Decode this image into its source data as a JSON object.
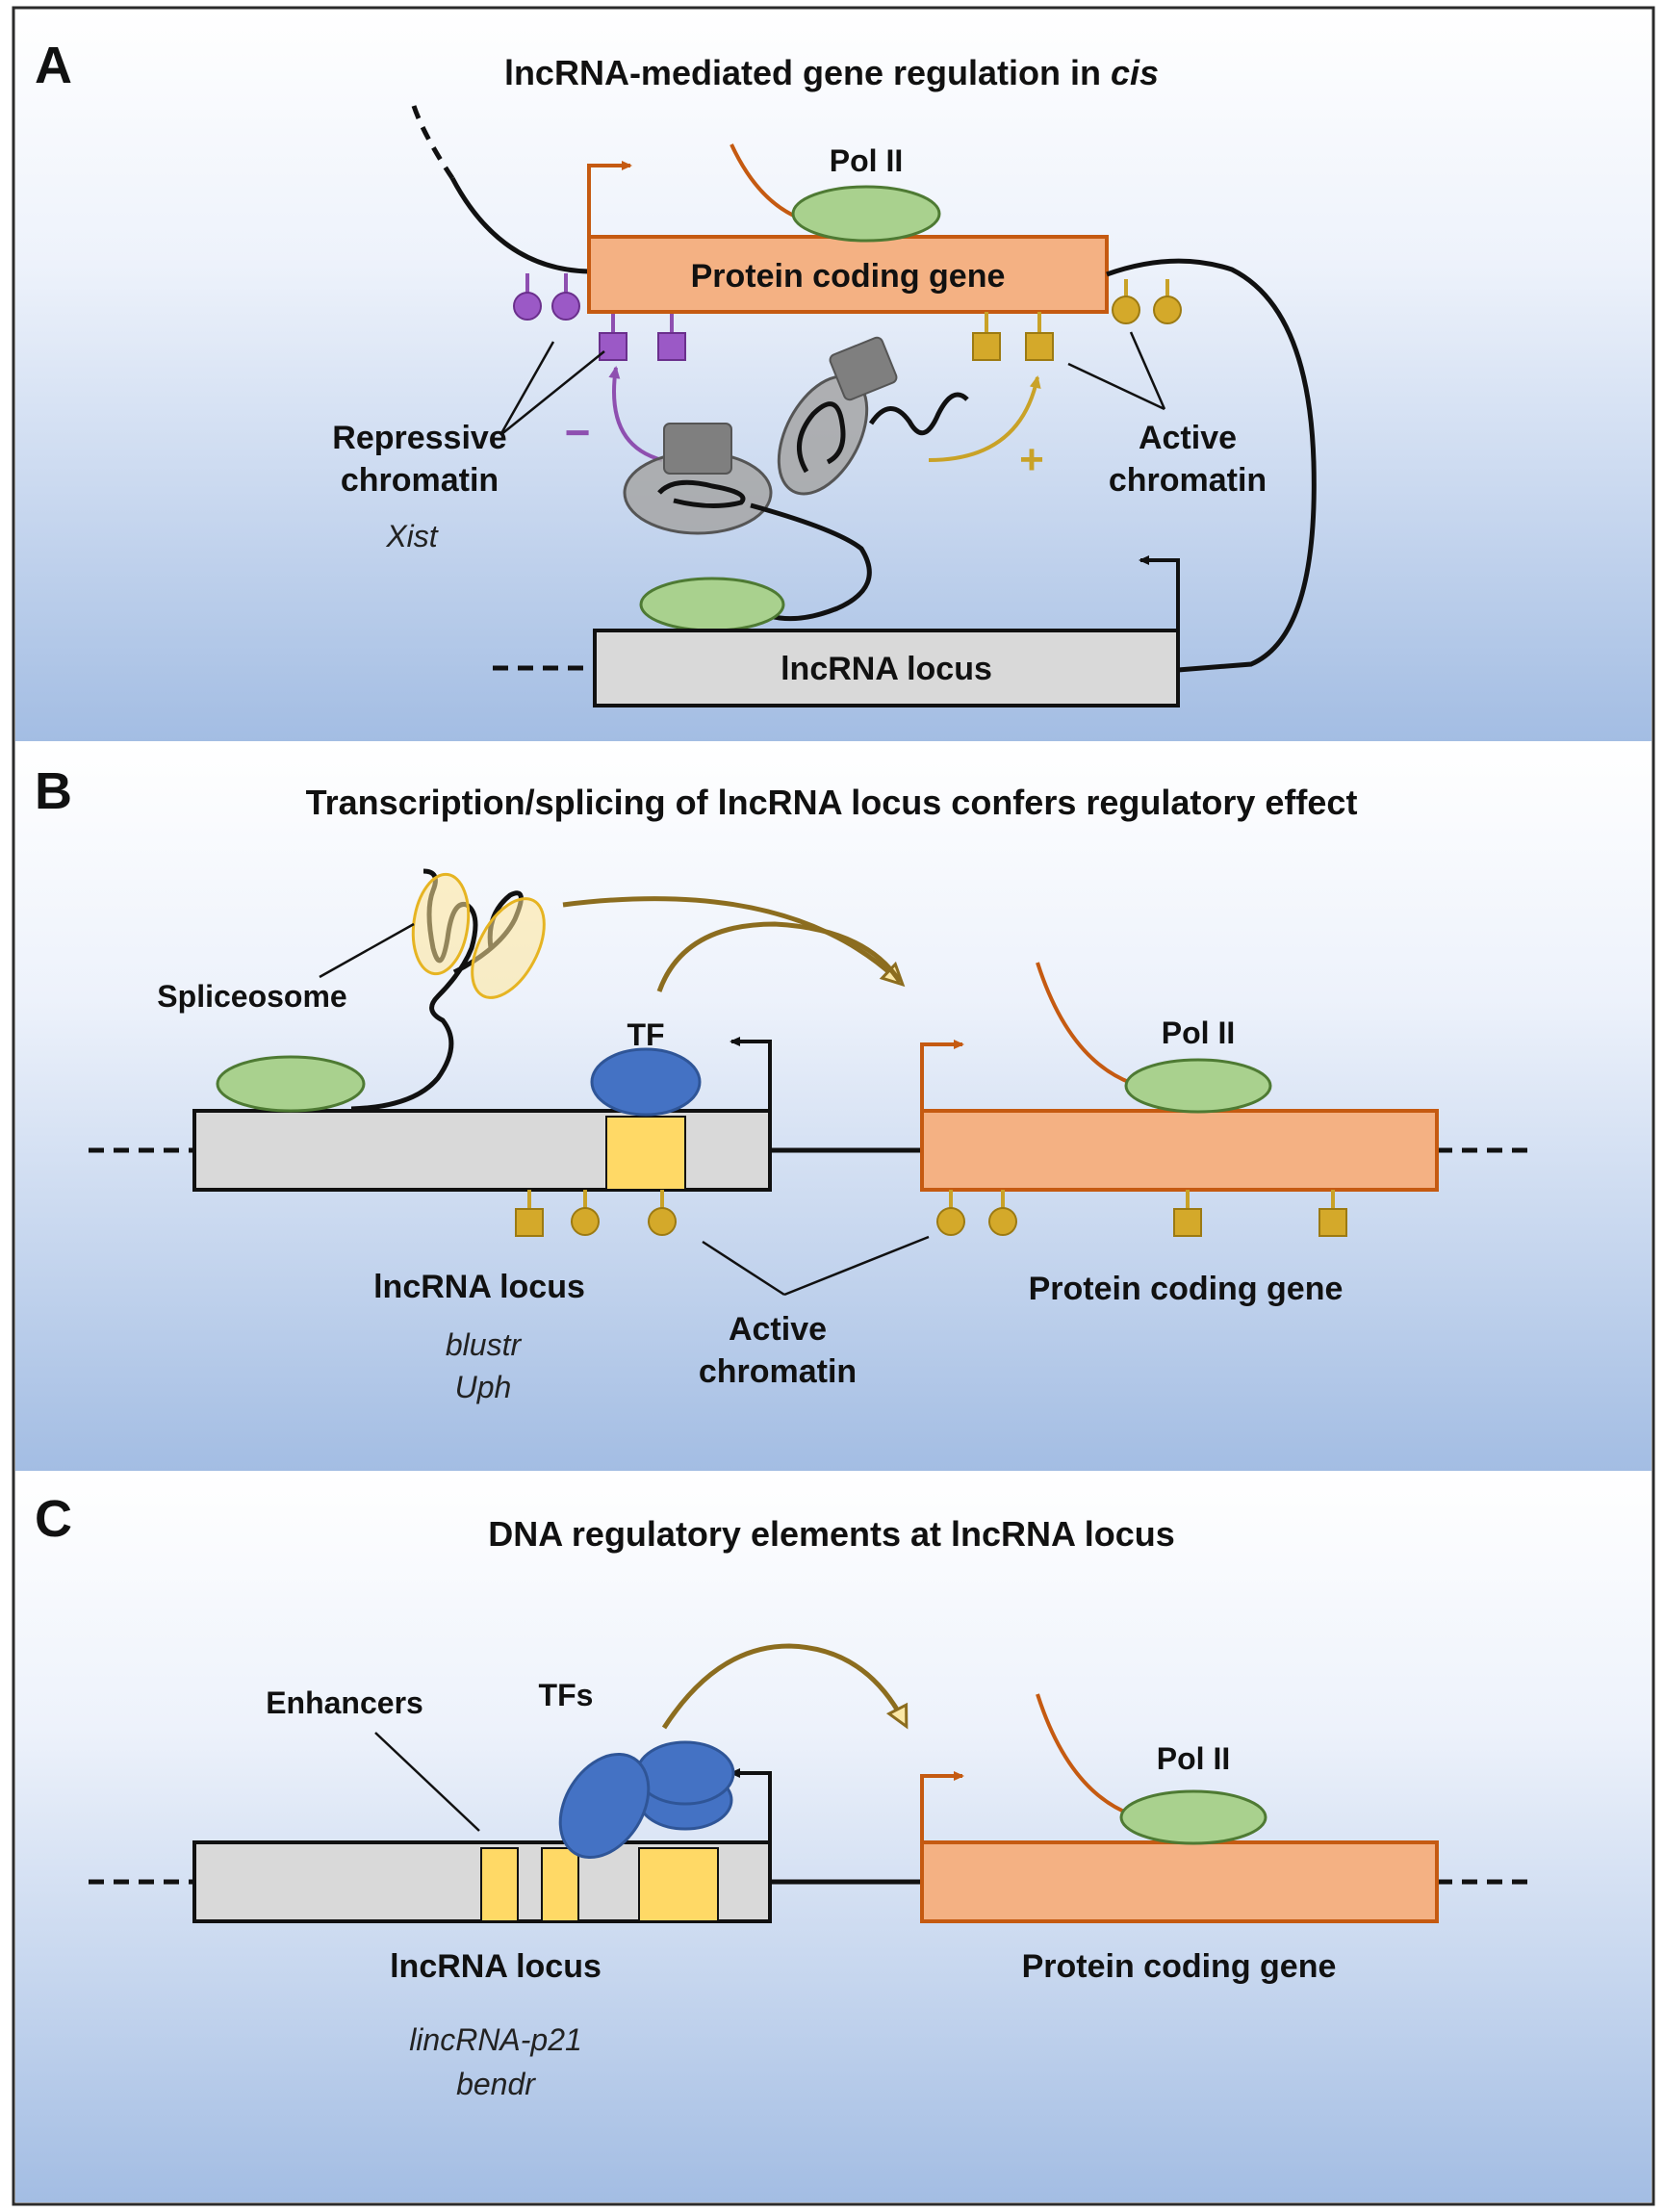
{
  "colors": {
    "border": "#2b2b2b",
    "panel_top": "#ffffff",
    "panel_bottom": "#a3bde3",
    "gene_fill": "#f4b183",
    "gene_stroke": "#c55a11",
    "lnc_fill": "#d9d9d9",
    "pol2_fill": "#a9d18e",
    "pol2_stroke": "#4e7a33",
    "repressive": "#8e4fb0",
    "active": "#c9a227",
    "tf_fill": "#4472c4",
    "element_fill": "#ffd966",
    "arrow_brown": "#8c6d1f",
    "protein_gray": "#7f7f7f"
  },
  "panel_a": {
    "letter": "A",
    "title_plain": "lncRNA-mediated gene regulation in ",
    "title_italic": "cis",
    "pol2": "Pol II",
    "gene": "Protein coding gene",
    "repressive_line1": "Repressive",
    "repressive_line2": "chromatin",
    "repressive_example": "Xist",
    "active_line1": "Active",
    "active_line2": "chromatin",
    "minus": "−",
    "plus": "+",
    "lnc_locus": "lncRNA locus"
  },
  "panel_b": {
    "letter": "B",
    "title": "Transcription/splicing of lncRNA locus confers regulatory effect",
    "spliceosome": "Spliceosome",
    "tf": "TF",
    "pol2": "Pol II",
    "lnc_locus": "lncRNA locus",
    "example1": "blustr",
    "example2": "Uph",
    "active_line1": "Active",
    "active_line2": "chromatin",
    "gene": "Protein coding gene"
  },
  "panel_c": {
    "letter": "C",
    "title": "DNA regulatory elements at lncRNA locus",
    "enhancers": "Enhancers",
    "tfs": "TFs",
    "pol2": "Pol II",
    "lnc_locus": "lncRNA locus",
    "gene": "Protein coding gene",
    "example1": "lincRNA-p21",
    "example2": "bendr"
  }
}
